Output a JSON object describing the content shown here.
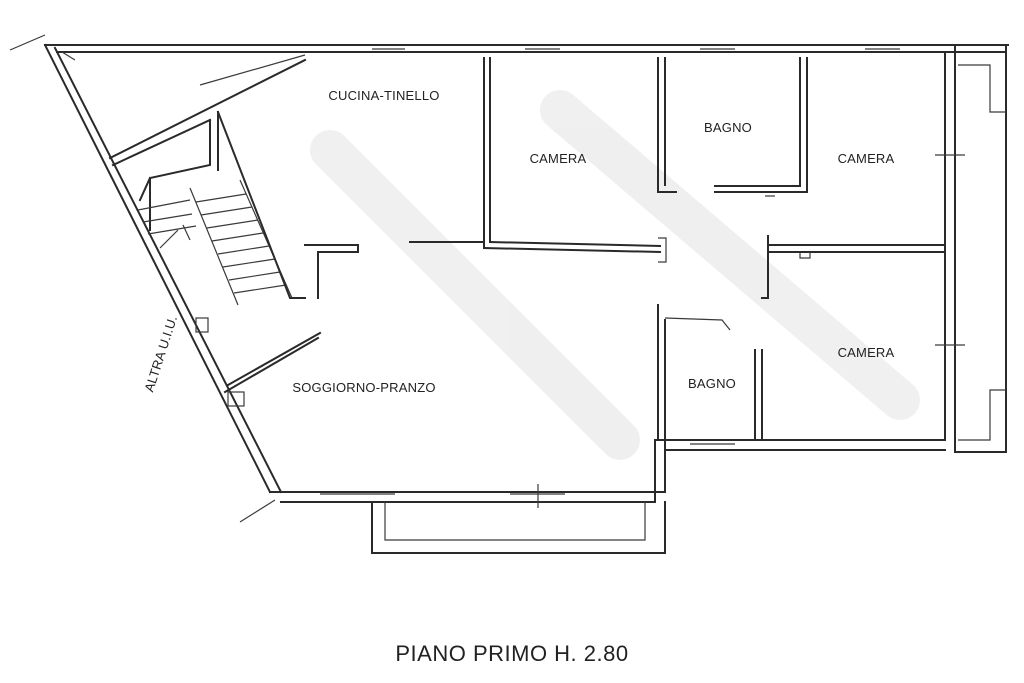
{
  "rooms": {
    "cucina": "CUCINA-TINELLO",
    "camera1": "CAMERA",
    "bagno1": "BAGNO",
    "camera2": "CAMERA",
    "camera3": "CAMERA",
    "bagno2": "BAGNO",
    "soggiorno": "SOGGIORNO-PRANZO"
  },
  "side_label": "ALTRA U.I.U.",
  "caption": "PIANO PRIMO H. 2.80"
}
